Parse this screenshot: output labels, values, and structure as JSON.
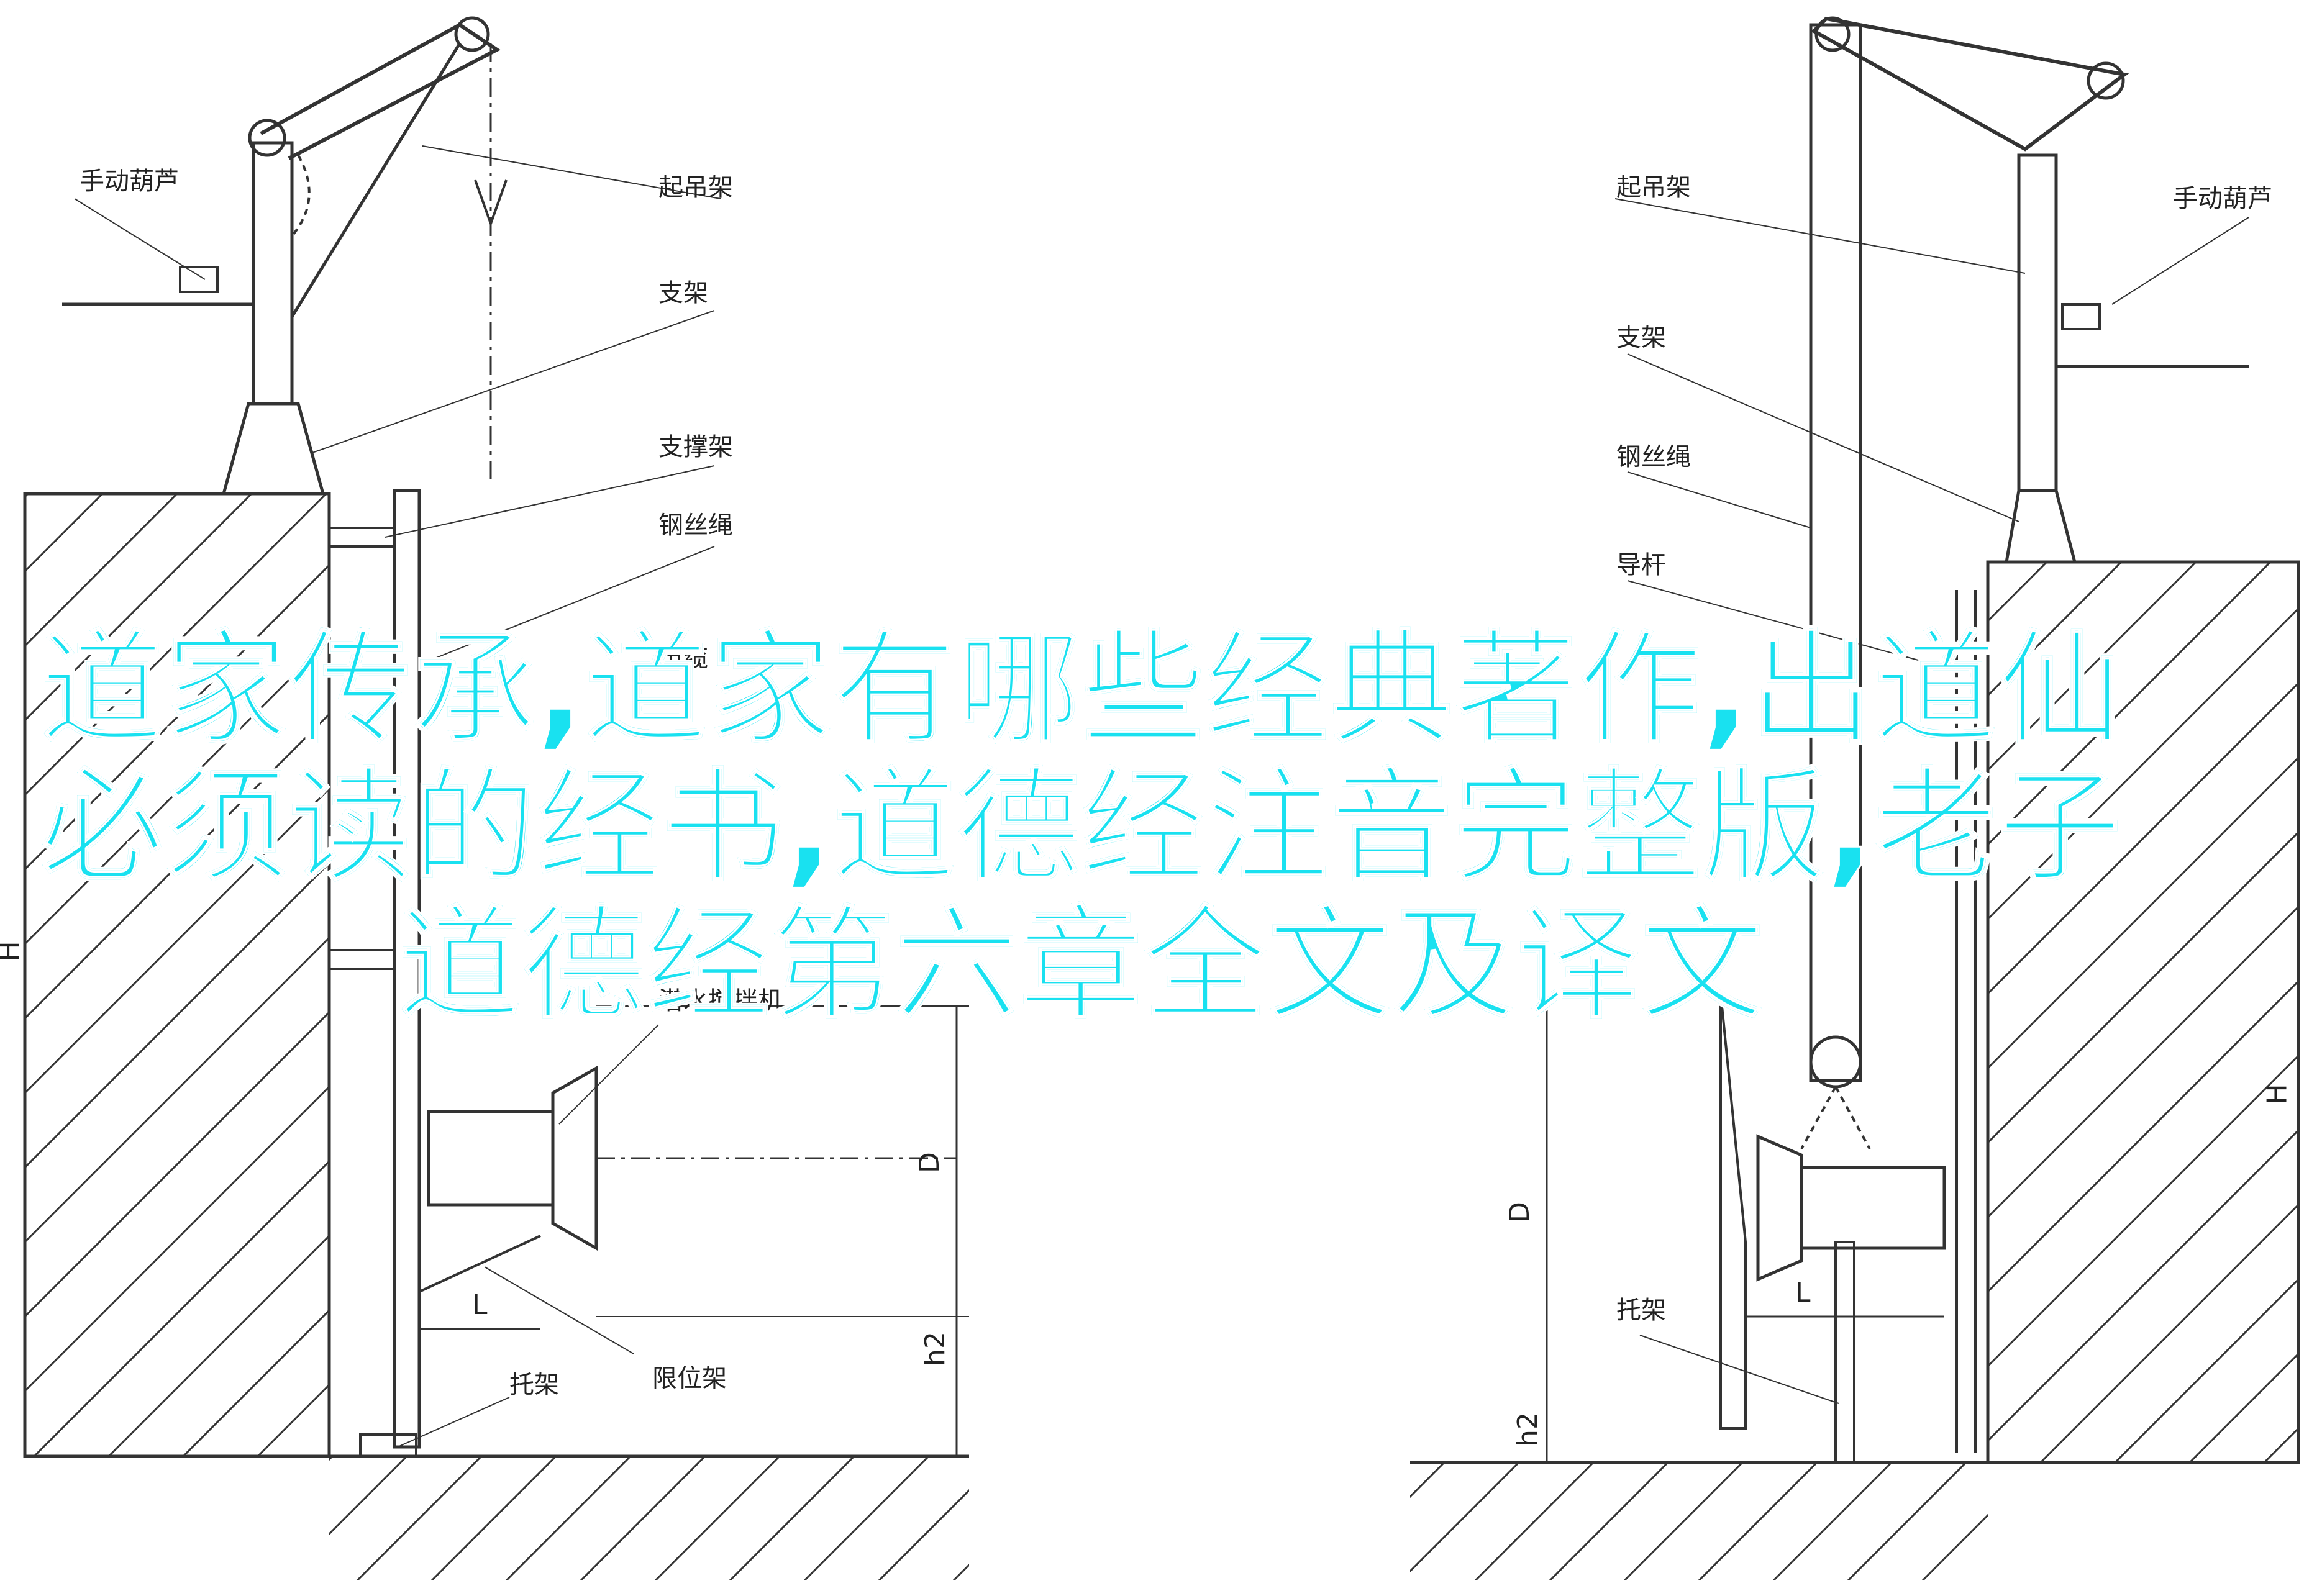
{
  "headline": {
    "line1": "道家传承,道家有哪些经典著作,出道仙",
    "line2": "必须读的经书,道德经注音完整版,老子",
    "line3": "道德经第六章全文及译文",
    "color": "#19e1f0"
  },
  "left_diagram": {
    "labels": {
      "hand_hoist": "手动葫芦",
      "lifting_frame": "起吊架",
      "bracket": "支架",
      "support_frame": "支撑架",
      "wire_rope": "钢丝绳",
      "cable": "电缆",
      "mixer": "潜水搅拌机",
      "holder": "托架",
      "limit_frame": "限位架"
    },
    "dimensions": {
      "height": "H",
      "depth": "D",
      "length": "L",
      "h2": "h2"
    }
  },
  "right_diagram": {
    "labels": {
      "lifting_frame": "起吊架",
      "hand_hoist": "手动葫芦",
      "bracket": "支架",
      "wire_rope": "钢丝绳",
      "guide_rod": "导杆",
      "holder": "托架"
    },
    "dimensions": {
      "height": "H",
      "depth": "D",
      "length": "L",
      "h2": "h2"
    }
  }
}
